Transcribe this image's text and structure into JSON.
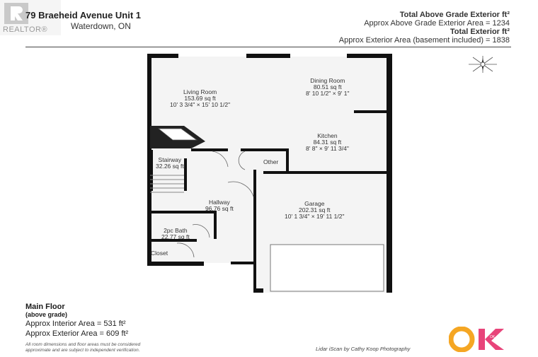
{
  "header": {
    "logo_text": "REALTOR®",
    "address": "79 Braeheid Avenue Unit 1",
    "city": "Waterdown, ON",
    "above_grade_title": "Total Above Grade Exterior ft²",
    "above_grade_line": "Approx Above Grade Exterior Area = 1234",
    "total_title": "Total Exterior ft²",
    "total_line": "Approx Exterior Area (basement included) = 1838"
  },
  "rooms": {
    "living": {
      "name": "Living Room",
      "area": "153.69 sq ft",
      "dims": "10' 3 3/4\" × 15' 10 1/2\""
    },
    "dining": {
      "name": "Dining Room",
      "area": "80.51 sq ft",
      "dims": "8' 10 1/2\" × 9' 1\""
    },
    "kitchen": {
      "name": "Kitchen",
      "area": "84.31 sq ft",
      "dims": "8' 8\" × 9' 11 3/4\""
    },
    "stairway": {
      "name": "Stairway",
      "area": "32.26 sq ft"
    },
    "other": {
      "name": "Other"
    },
    "hallway": {
      "name": "Hallway",
      "area": "96.76 sq ft"
    },
    "garage": {
      "name": "Garage",
      "area": "202.31 sq ft",
      "dims": "10' 1 3/4\" × 19' 11 1/2\""
    },
    "bath": {
      "name": "2pc Bath",
      "area": "22.77 sq ft"
    },
    "closet": {
      "name": "Closet"
    }
  },
  "footer": {
    "floor_title": "Main Floor",
    "floor_sub": "(above grade)",
    "interior": "Approx Interior Area = 531 ft²",
    "exterior": "Approx Exterior Area = 609 ft²",
    "disclaimer_1": "All room dimensions and floor areas must be considered",
    "disclaimer_2": "approximate and are subject to independent verification.",
    "credit": "Lidar iScan by Cathy Koop Photography",
    "brand_logo": "OK"
  },
  "icons": {
    "logo": "realtor-logo-icon",
    "compass": "compass-icon"
  },
  "colors": {
    "wall": "#111111",
    "floor": "#f4f4f4",
    "logo_orange": "#f5a623",
    "logo_pink": "#e8447a"
  }
}
